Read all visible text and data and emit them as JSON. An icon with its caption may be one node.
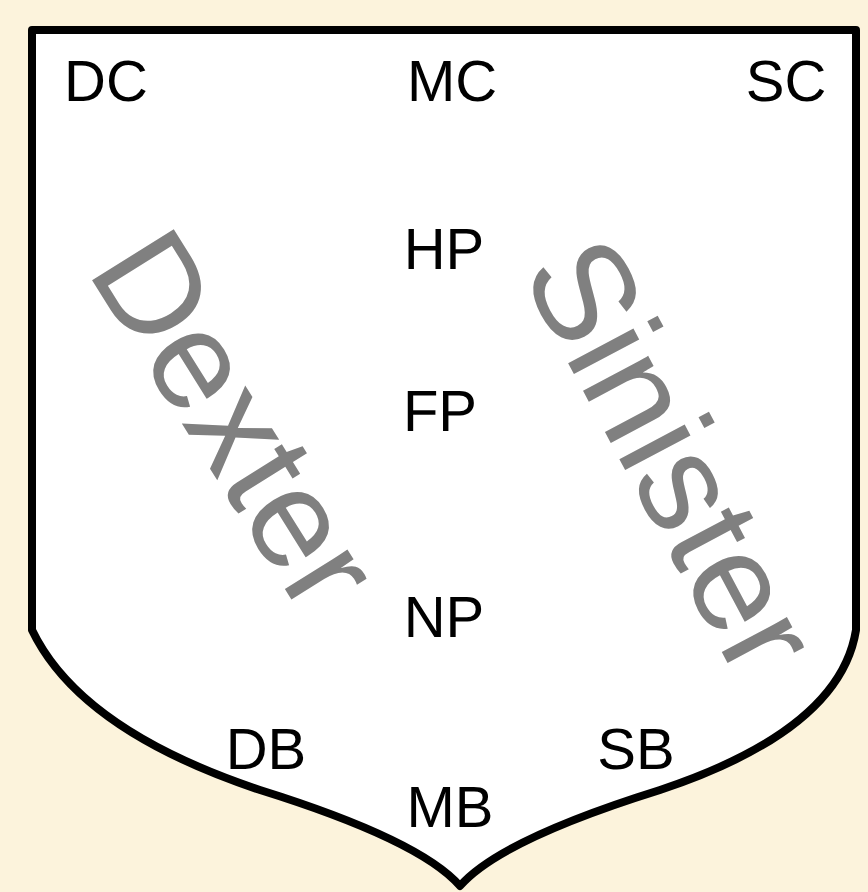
{
  "diagram": {
    "nodes": [
      {
        "text": [
          "DC",
          "MC",
          "SC",
          "Dexter",
          "HP",
          "Sinister",
          "FP",
          "NP",
          "DB",
          "SB",
          "MB"
        ]
      }
    ]
  }
}
